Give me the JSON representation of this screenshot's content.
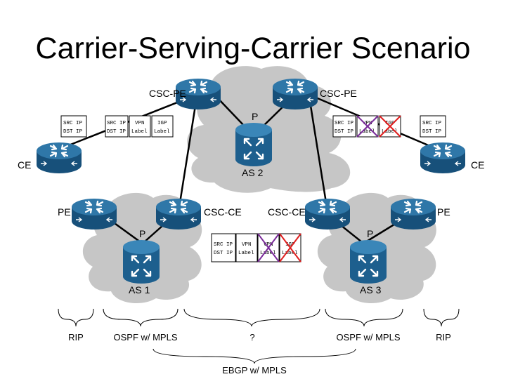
{
  "title": "Carrier-Serving-Carrier Scenario",
  "nodes": {
    "csc_pe_left": "CSC-PE",
    "csc_pe_right": "CSC-PE",
    "p_core": "P",
    "ce_left": "CE",
    "ce_right": "CE",
    "as2": "AS 2",
    "pe_left": "PE",
    "csc_ce_left": "CSC-CE",
    "csc_ce_right": "CSC-CE",
    "pe_right": "PE",
    "p_as1": "P",
    "p_as3": "P",
    "as1": "AS 1",
    "as3": "AS 3"
  },
  "packet_fields": {
    "src_ip": "SRC IP",
    "dst_ip": "DST IP",
    "vpn_label_1": "VPN",
    "vpn_label_2": "Label",
    "igp_label_1": "IGP",
    "igp_label_2": "Label"
  },
  "protocols": {
    "rip_left": "RIP",
    "ospf_left": "OSPF w/ MPLS",
    "unknown": "?",
    "ospf_right": "OSPF w/ MPLS",
    "rip_right": "RIP",
    "ebgp": "EBGP w/ MPLS"
  },
  "colors": {
    "cloud": "#c6c6c6",
    "router_top": "#2f77a8",
    "router_side": "#17507a",
    "switch_body": "#1d5f8e",
    "link": "#000000",
    "cross_red": "#e02020",
    "cross_purple": "#7a2a9a"
  }
}
